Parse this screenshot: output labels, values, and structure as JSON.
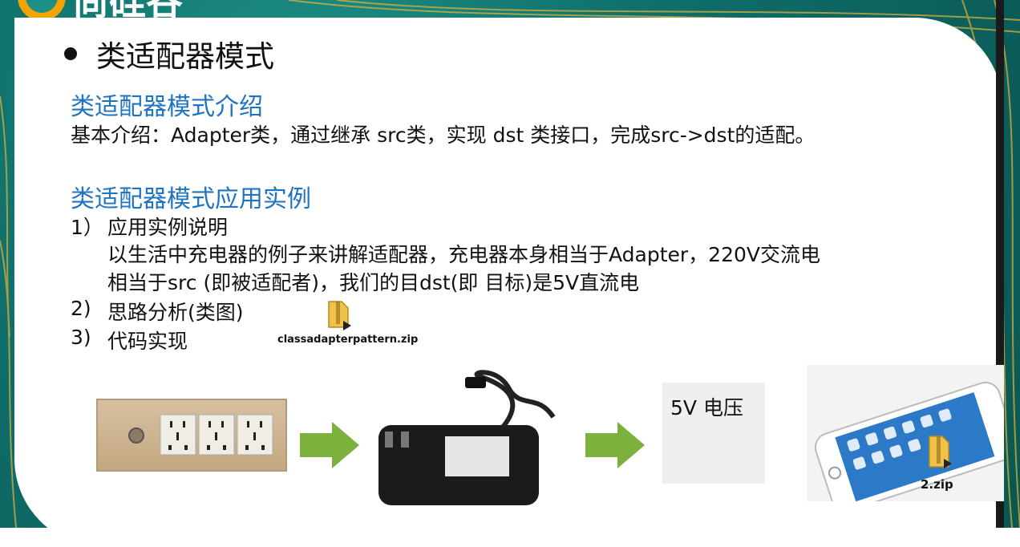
{
  "logo_text": "尚硅谷",
  "slide_title": "类适配器模式",
  "sections": {
    "intro": {
      "heading": "类适配器模式介绍",
      "body": "基本介绍：Adapter类，通过继承 src类，实现 dst 类接口，完成src->dst的适配。"
    },
    "example": {
      "heading": "类适配器模式应用实例",
      "item1_num": "1）",
      "item1_label": "应用实例说明",
      "item1_line1": "以生活中充电器的例子来讲解适配器，充电器本身相当于Adapter，220V交流电",
      "item1_line2": "相当于src (即被适配者)，我们的目dst(即 目标)是5V直流电",
      "item2_num": "2)",
      "item2_label": "思路分析(类图)",
      "item3_num": "3)",
      "item3_label": "代码实现"
    }
  },
  "attachment": {
    "file_name": "classadapterpattern.zip",
    "icon": "zip-file-icon"
  },
  "diagram": {
    "voltage_label": "5V 电压",
    "phone_zip_label": "2.zip"
  },
  "colors": {
    "heading": "#1f74c2",
    "background": "#0f6e6a",
    "arrow": "#7bb13c"
  }
}
